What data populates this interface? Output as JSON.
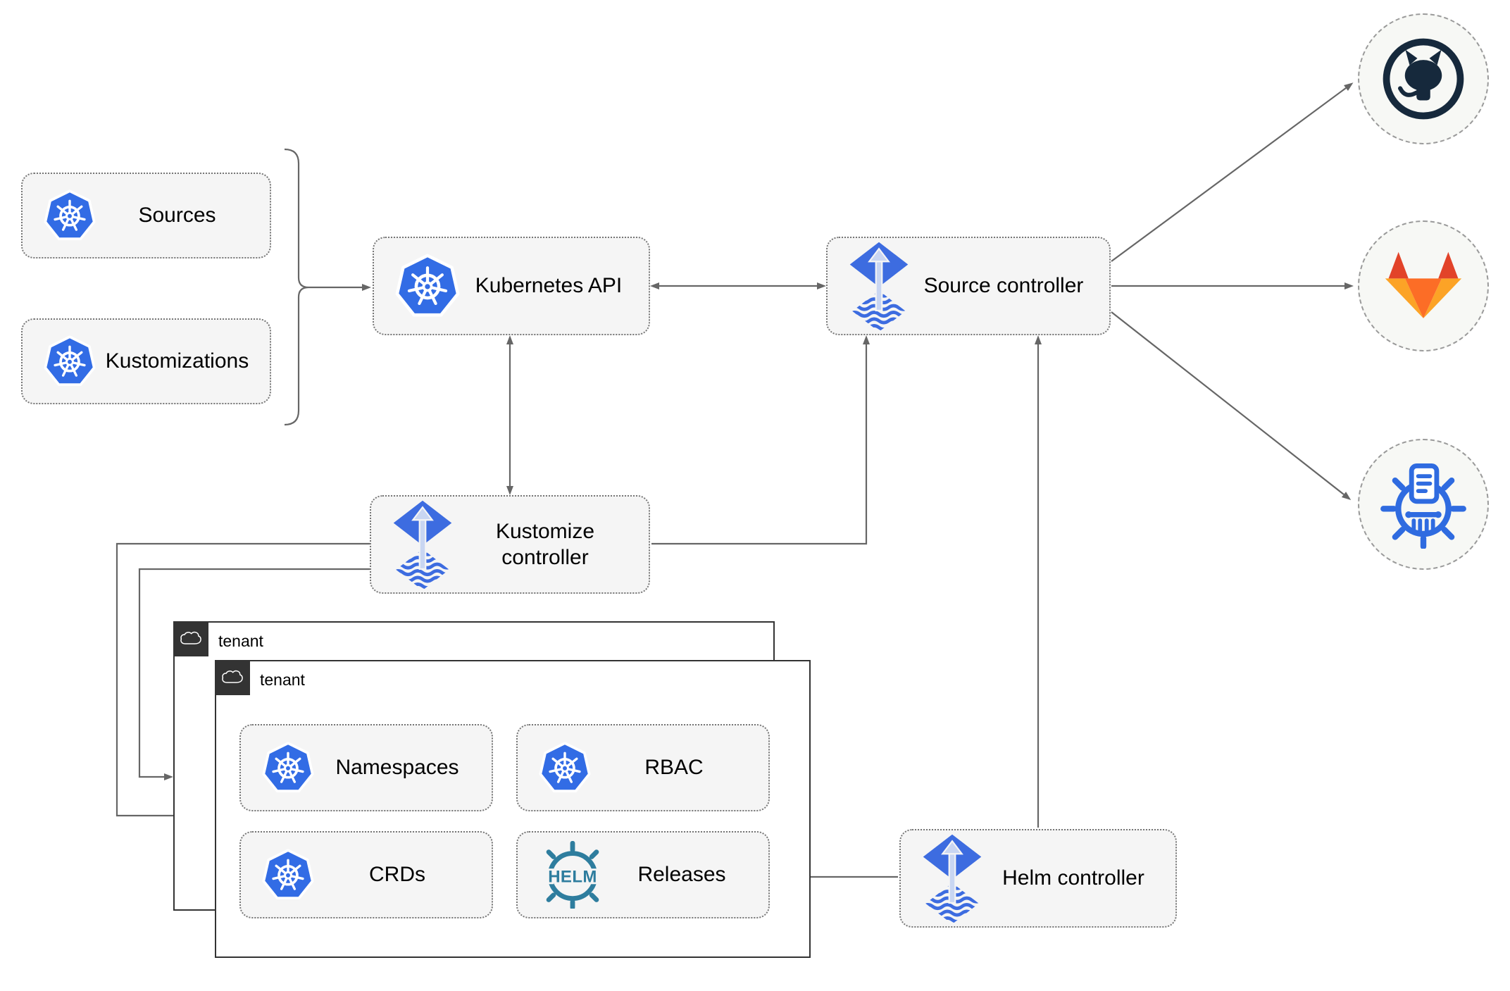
{
  "nodes": {
    "sources": {
      "label": "Sources",
      "icon": "kubernetes-icon"
    },
    "kustomizations": {
      "label": "Kustomizations",
      "icon": "kubernetes-icon"
    },
    "kubernetes_api": {
      "label": "Kubernetes API",
      "icon": "kubernetes-icon"
    },
    "source_controller": {
      "label": "Source controller",
      "icon": "flux-icon"
    },
    "kustomize_controller": {
      "label": "Kustomize controller",
      "icon": "flux-icon"
    },
    "helm_controller": {
      "label": "Helm controller",
      "icon": "flux-icon"
    },
    "tenant_outer": {
      "label": "tenant",
      "icon": "cloud-icon"
    },
    "tenant_inner": {
      "label": "tenant",
      "icon": "cloud-icon"
    },
    "namespaces": {
      "label": "Namespaces",
      "icon": "kubernetes-icon"
    },
    "rbac": {
      "label": "RBAC",
      "icon": "kubernetes-icon"
    },
    "crds": {
      "label": "CRDs",
      "icon": "kubernetes-icon"
    },
    "releases": {
      "label": "Releases",
      "icon": "helm-icon"
    }
  },
  "helm_logo": {
    "text": "HELM"
  },
  "external_sources": {
    "github": {
      "icon": "github-icon"
    },
    "gitlab": {
      "icon": "gitlab-icon"
    },
    "helm_repository": {
      "icon": "chartmuseum-icon"
    }
  },
  "colors": {
    "kubernetes_blue": "#326ce5",
    "flux_blue": "#3d6ce0",
    "flux_arrow_light": "#c9d6f2",
    "helm_teal": "#2e7d9e",
    "github_dark": "#16293c",
    "gitlab_red": "#e24329",
    "gitlab_orange": "#fc6d26",
    "gitlab_yellow": "#fca326",
    "chartmuseum_blue": "#2f6be0",
    "connector_gray": "#666666",
    "node_fill": "#f5f5f5",
    "tenant_border": "#333333"
  }
}
